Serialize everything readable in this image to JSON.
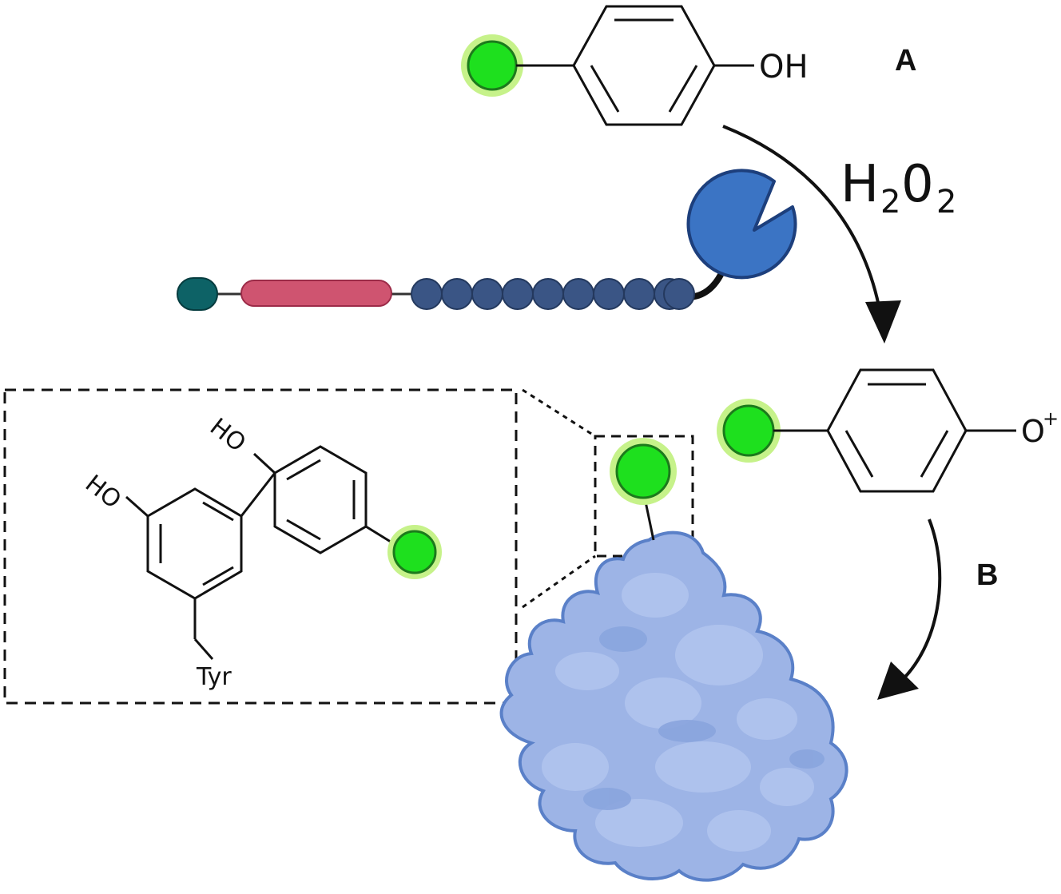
{
  "labels": {
    "panel_a": "A",
    "panel_b": "B",
    "reagent_base": "H",
    "reagent_sub1": "2",
    "reagent_mid": "0",
    "reagent_sub2": "2",
    "phenol_oh": "OH",
    "radical_o": "O",
    "radical_charge": "+",
    "adduct_ho1": "HO",
    "adduct_ho2": "HO",
    "adduct_tyr": "Tyr"
  },
  "colors": {
    "label_green": "#1ee01e",
    "label_glow": "#c6f28a",
    "enzyme_blue": "#3b74c4",
    "linker_blue": "#3a5585",
    "peptide_red": "#cf5470",
    "tag_teal": "#0d6266",
    "protein_fill": "#9db4e6",
    "protein_edge": "#5a80c8",
    "ink": "#111111"
  }
}
